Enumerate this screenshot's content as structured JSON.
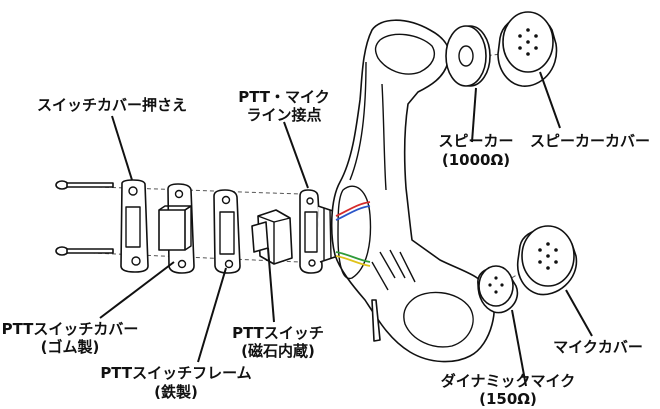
{
  "labels": {
    "switch_cover_holder": "スイッチカバー押さえ",
    "ptt_mic_contact_line1": "PTT・マイク",
    "ptt_mic_contact_line2": "ライン接点",
    "speaker_line1": "スピーカー",
    "speaker_line2": "(1000Ω)",
    "speaker_cover": "スピーカーカバー",
    "ptt_switch_cover_line1": "PTTスイッチカバー",
    "ptt_switch_cover_line2": "(ゴム製)",
    "ptt_switch_frame_line1": "PTTスイッチフレーム",
    "ptt_switch_frame_line2": "(鉄製)",
    "ptt_switch_line1": "PTTスイッチ",
    "ptt_switch_line2": "(磁石内蔵)",
    "mic_cover": "マイクカバー",
    "dynamic_mic_line1": "ダイナミックマイク",
    "dynamic_mic_line2": "(150Ω)"
  },
  "wire_colors": {
    "red": "#d62b2b",
    "blue": "#2a55c9",
    "green": "#2f9a3a",
    "yellow": "#e0c21a"
  }
}
